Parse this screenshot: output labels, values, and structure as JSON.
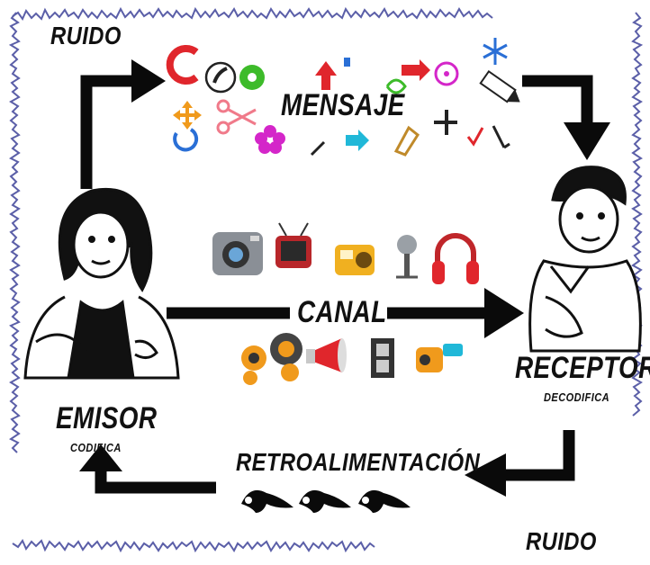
{
  "labels": {
    "ruido_top": "RUIDO",
    "ruido_bottom": "RUIDO",
    "mensaje": "MENSAJE",
    "canal": "CANAL",
    "emisor": "EMISOR",
    "emisor_sub": "CODIFICA",
    "receptor": "RECEPTOR",
    "receptor_sub": "DECODIFICA",
    "retro": "RETROALIMENTACIÓN"
  },
  "colors": {
    "arrow": "#0a0a0a",
    "noise_border": "#5b5fa8",
    "accent_red": "#e0262c",
    "accent_green": "#3dbb2a",
    "accent_blue": "#2a6fd6",
    "accent_magenta": "#d426c9",
    "accent_orange": "#f09a1c",
    "accent_cyan": "#20b8d8"
  },
  "icons": {
    "message_symbols": [
      "letter-c-icon",
      "phone-icon",
      "flower-gear-icon",
      "up-arrow-icon",
      "snowflake-icon",
      "scissors-icon",
      "refresh-icon",
      "flower-icon",
      "right-arrow-icon",
      "radiation-icon",
      "pencil-icon",
      "airplane-icon",
      "checkmark-icon",
      "compass-icon"
    ],
    "channel_devices": [
      "camera-icon",
      "television-icon",
      "radio-icon",
      "microphone-icon",
      "headphones-icon",
      "speakers-icon",
      "megaphone-icon",
      "film-strip-icon",
      "video-camera-icon"
    ]
  }
}
